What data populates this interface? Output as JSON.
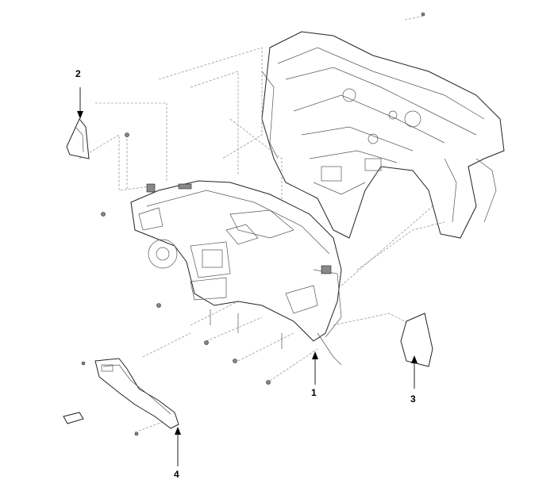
{
  "callouts": [
    {
      "id": "1",
      "label": "1"
    },
    {
      "id": "2",
      "label": "2"
    },
    {
      "id": "3",
      "label": "3"
    },
    {
      "id": "4",
      "label": "4"
    }
  ],
  "colors": {
    "line": "#222222",
    "background": "#ffffff"
  }
}
